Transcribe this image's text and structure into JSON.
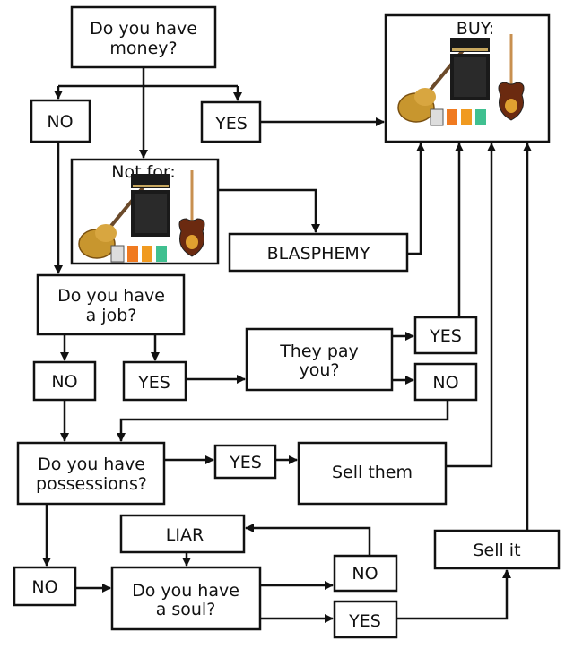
{
  "nodes": {
    "money": [
      "Do you have",
      "money?"
    ],
    "no1": "NO",
    "yes1": "YES",
    "buy": "BUY:",
    "not_for": "Not for:",
    "blasphemy": "BLASPHEMY",
    "job": [
      "Do you have",
      "a job?"
    ],
    "no2": "NO",
    "yes2": "YES",
    "they_pay": [
      "They pay",
      "you?"
    ],
    "yes3": "YES",
    "no3": "NO",
    "possessions": [
      "Do you have",
      "possessions?"
    ],
    "yes4": "YES",
    "sell_them": "Sell them",
    "liar": "LIAR",
    "no5": "NO",
    "soul": [
      "Do you have",
      "a soul?"
    ],
    "no6": "NO",
    "yes6": "YES",
    "sell_it": "Sell it"
  },
  "images": [
    "les-paul-guitar",
    "marshall-amp-stack",
    "stratocaster-guitar",
    "effect-pedals"
  ],
  "colors": {
    "line": "#111111",
    "guitar_gold": "#c8962e",
    "sunburst": "#6b2a10",
    "amp": "#1a1a1a"
  }
}
